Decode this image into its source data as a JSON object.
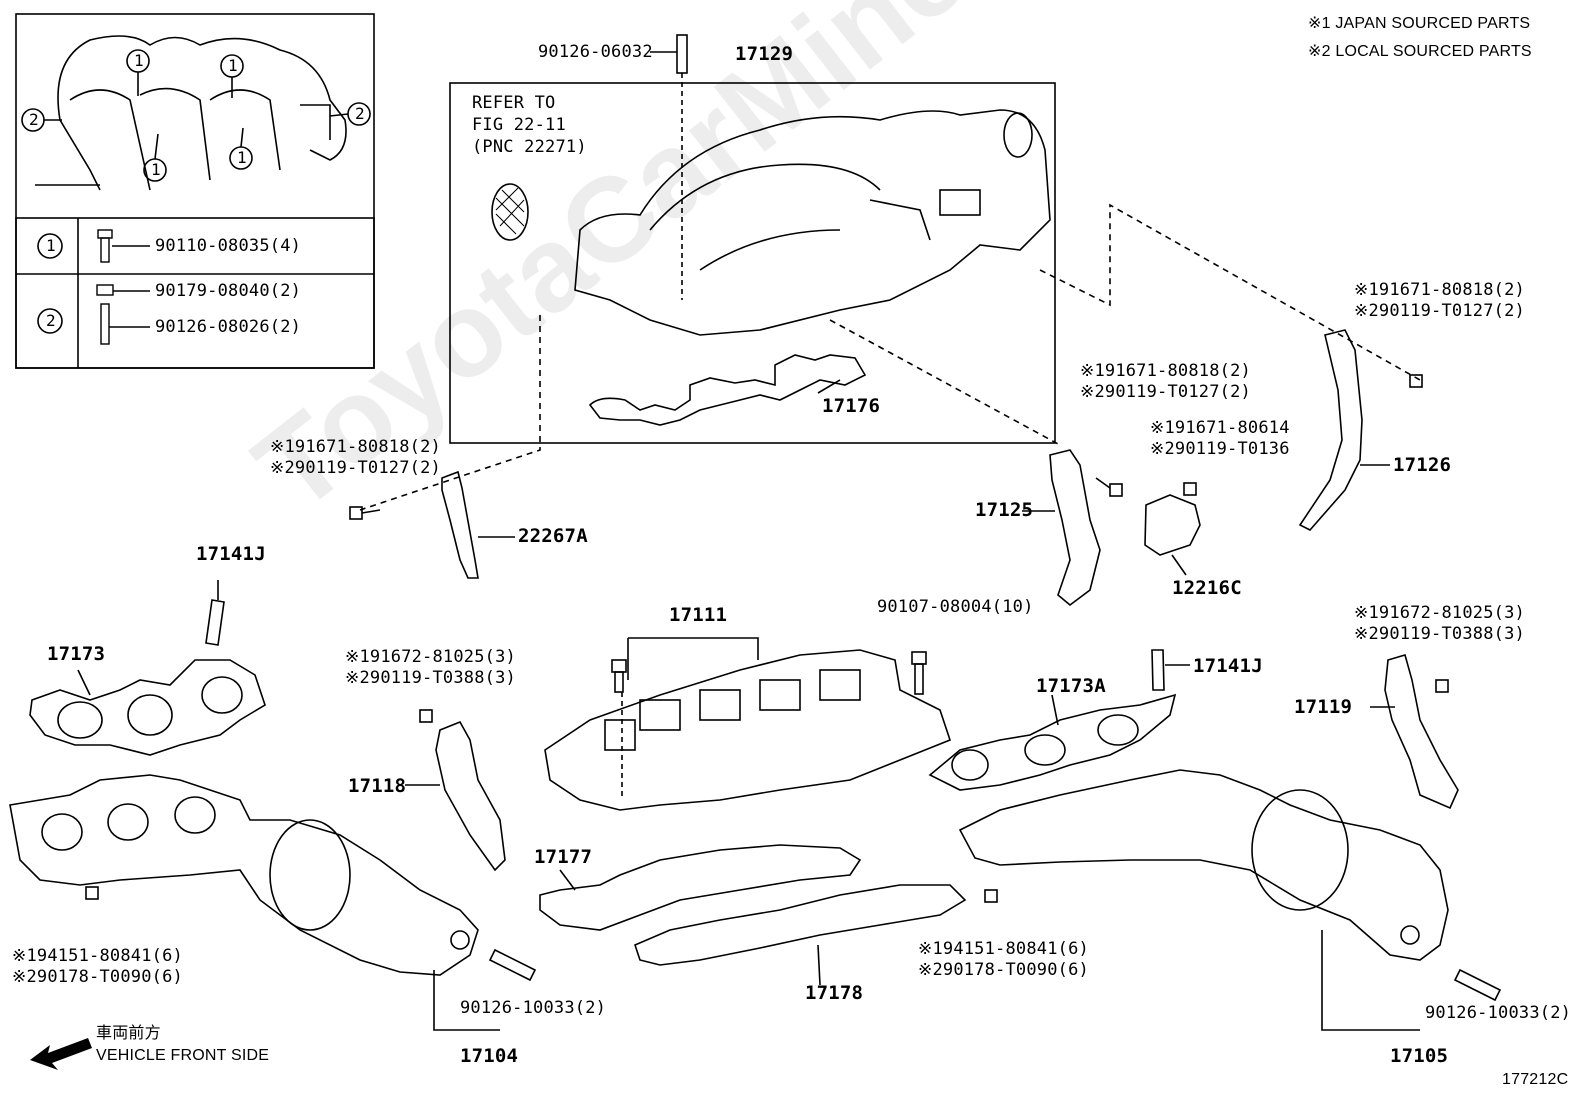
{
  "notes": {
    "note1": "※1 JAPAN SOURCED PARTS",
    "note2": "※2 LOCAL SOURCED PARTS"
  },
  "watermark": "ToyotaCarMine.ru",
  "figure_code": "177212C",
  "direction": {
    "jp": "車両前方",
    "en": "VEHICLE FRONT SIDE"
  },
  "reference": {
    "line1": "REFER TO",
    "line2": "FIG 22-11",
    "line3": "(PNC 22271)"
  },
  "inset": {
    "callouts": [
      "1",
      "2"
    ],
    "rows": [
      {
        "key": "1",
        "part": "90110-08035(4)"
      },
      {
        "key": "2",
        "part_a": "90179-08040(2)",
        "part_b": "90126-08026(2)"
      }
    ]
  },
  "parts": {
    "p17129": "17129",
    "p90126_06032": "90126-06032",
    "p17176": "17176",
    "p22267A": "22267A",
    "p17125": "17125",
    "p12216C": "12216C",
    "p17126": "17126",
    "p17141J_a": "17141J",
    "p17141J_b": "17141J",
    "p17173": "17173",
    "p17173A": "17173A",
    "p17111": "17111",
    "p90107": "90107-08004(10)",
    "p17118": "17118",
    "p17119": "17119",
    "p17177": "17177",
    "p17178": "17178",
    "p17104": "17104",
    "p17105": "17105",
    "p90126_10033_a": "90126-10033(2)",
    "p90126_10033_b": "90126-10033(2)"
  },
  "fasteners": {
    "left_upper": [
      "※191671-80818(2)",
      "※290119-T0127(2)"
    ],
    "mid_right": [
      "※191671-80818(2)",
      "※290119-T0127(2)"
    ],
    "mid_right_b": [
      "※191671-80614",
      "※290119-T0136"
    ],
    "right_upper": [
      "※191671-80818(2)",
      "※290119-T0127(2)"
    ],
    "center_left": [
      "※191672-81025(3)",
      "※290119-T0388(3)"
    ],
    "right_mid": [
      "※191672-81025(3)",
      "※290119-T0388(3)"
    ],
    "bottom_left": [
      "※194151-80841(6)",
      "※290178-T0090(6)"
    ],
    "bottom_mid": [
      "※194151-80841(6)",
      "※290178-T0090(6)"
    ]
  }
}
